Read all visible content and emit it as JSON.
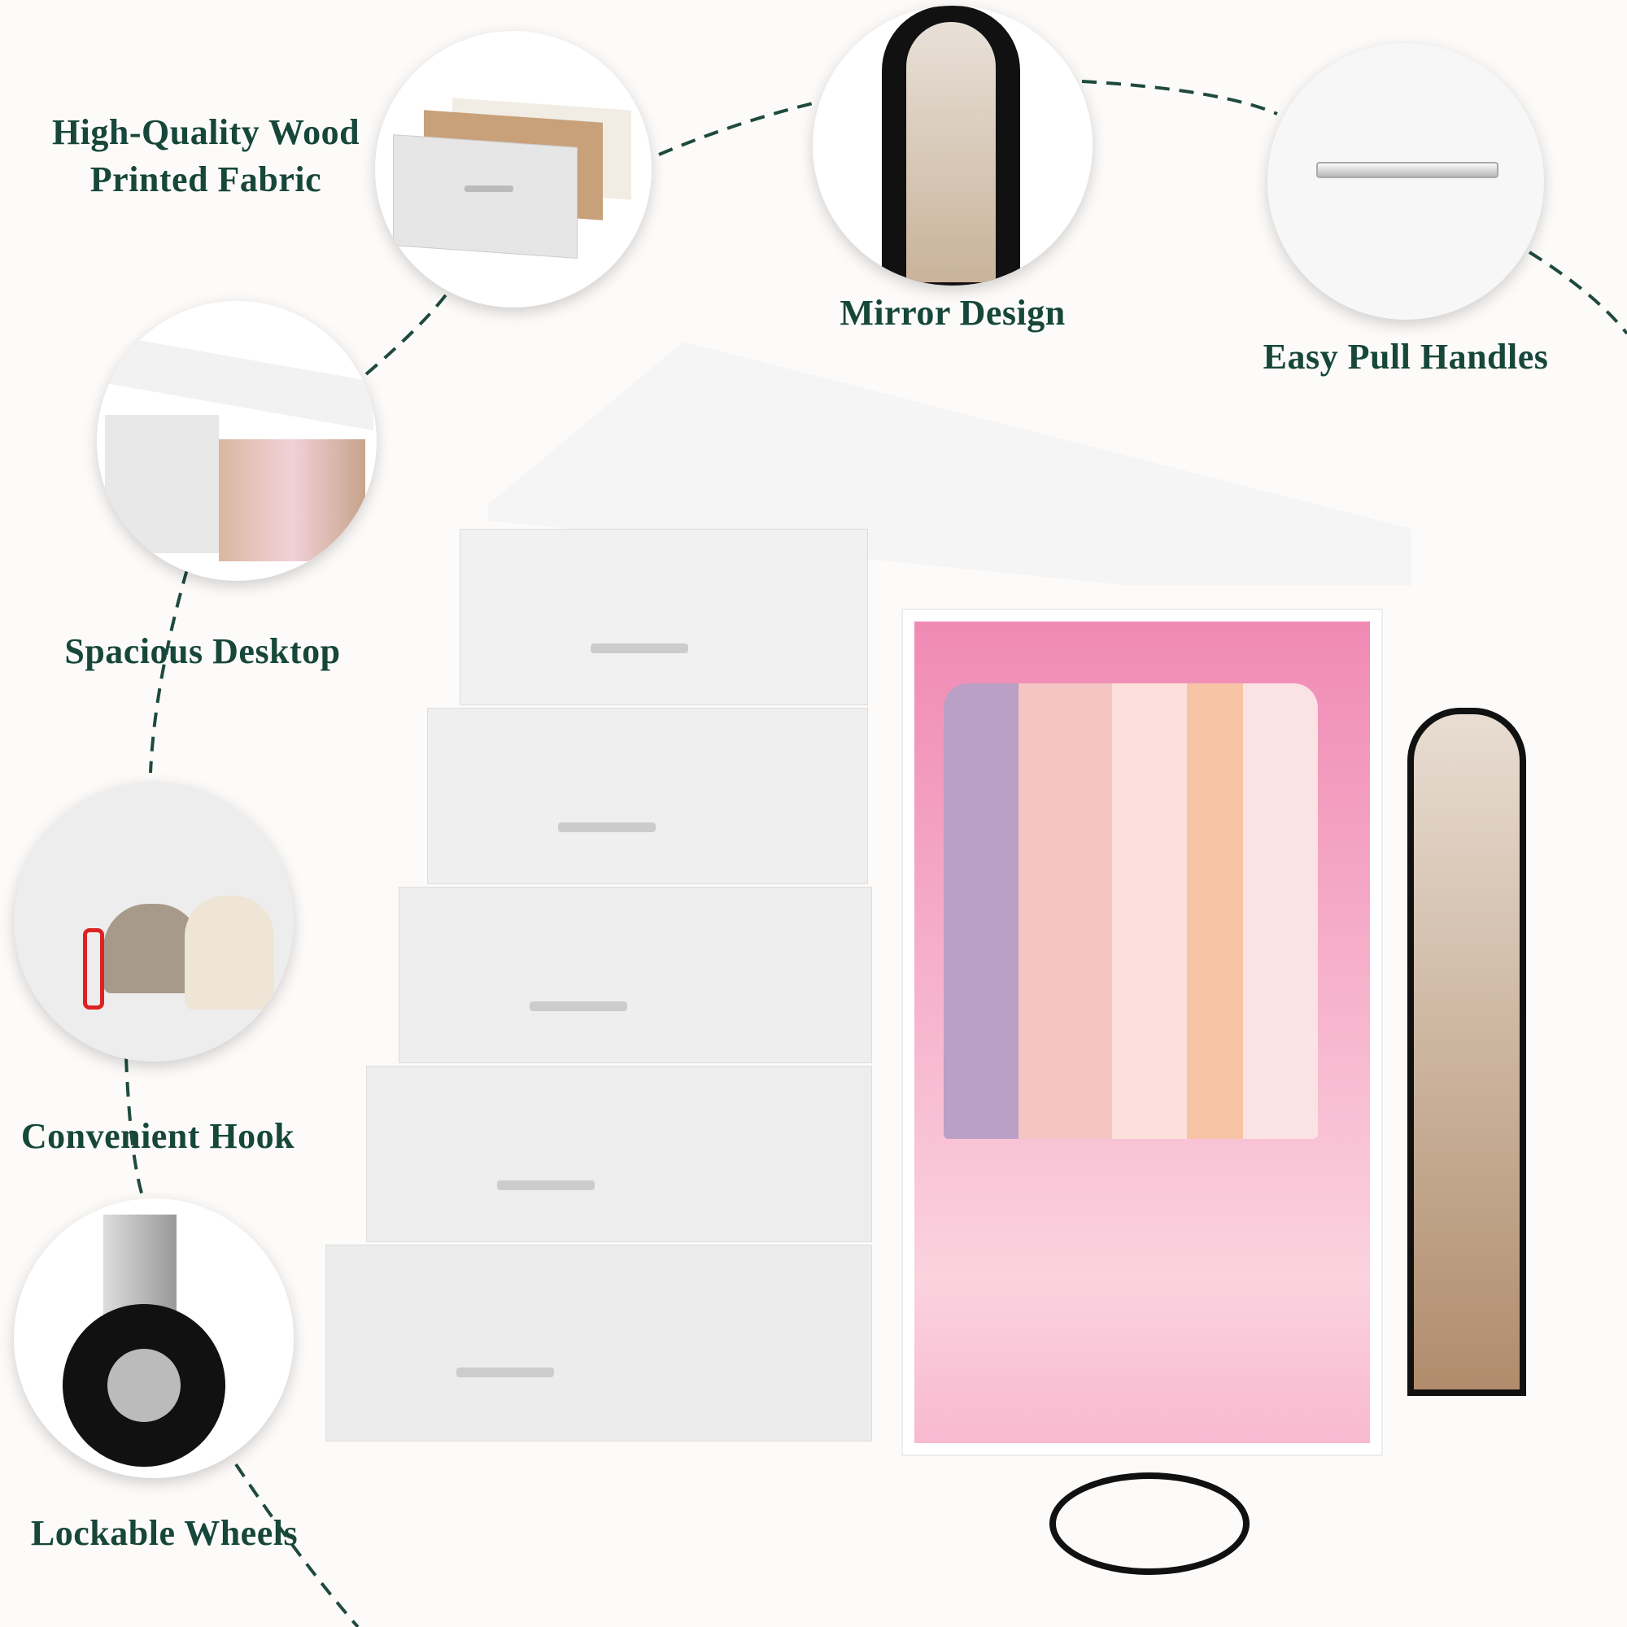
{
  "features": [
    {
      "id": "fabric",
      "lines": [
        "High-Quality Wood",
        "Printed Fabric"
      ]
    },
    {
      "id": "mirror",
      "lines": [
        "Mirror Design"
      ]
    },
    {
      "id": "handles",
      "lines": [
        "Easy Pull Handles"
      ]
    },
    {
      "id": "desktop",
      "lines": [
        "Spacious Desktop"
      ]
    },
    {
      "id": "hook",
      "lines": [
        "Convenient Hook"
      ]
    },
    {
      "id": "wheels",
      "lines": [
        "Lockable Wheels"
      ]
    }
  ],
  "colors": {
    "text": "#17473a",
    "dash": "#1f4a3e",
    "wardrobe_light": "#f6a6c4",
    "cabinet": "#ffffff"
  }
}
